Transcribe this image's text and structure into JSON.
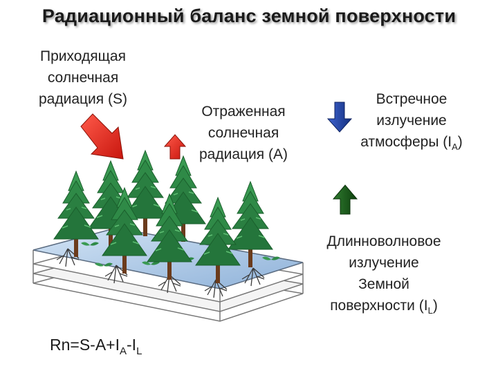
{
  "title": "Радиационный баланс земной поверхности",
  "labels": {
    "incoming": [
      "Приходящая",
      "солнечная",
      "радиация (S)"
    ],
    "reflected": [
      "Отраженная",
      "солнечная",
      "радиация (A)"
    ],
    "counter": {
      "line1": "Встречное",
      "line2": "излучение",
      "line3_main": "атмосферы (I",
      "line3_sub": "A",
      "line3_end": ")"
    },
    "longwave": {
      "line1": "Длинноволновое",
      "line2": "излучение",
      "line3": "Земной",
      "line4_main": "поверхности (I",
      "line4_sub": "L",
      "line4_end": ")"
    }
  },
  "formula": {
    "p1": "Rn=S-A+I",
    "s1": "A",
    "p2": "-I",
    "s2": "L"
  },
  "colors": {
    "incoming_arrow": "#e8241c",
    "reflected_arrow": "#e8241c",
    "counter_arrow": "#1f3fa8",
    "longwave_arrow": "#1e5a1e",
    "tree": "#2f8a47",
    "ground": "#a9c6e6"
  }
}
